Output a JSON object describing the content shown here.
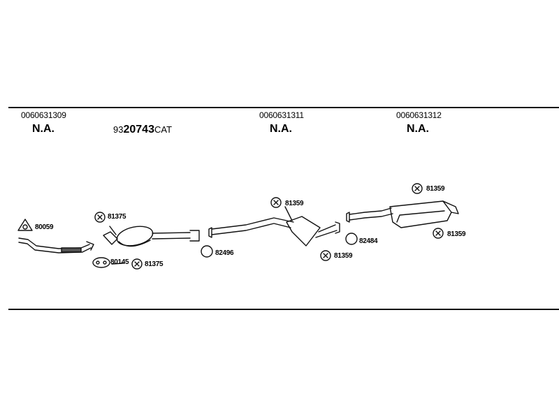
{
  "columns": [
    {
      "part_number": "0060631309",
      "status": "N.A."
    },
    {
      "part_number": "0060631311",
      "status": "N.A."
    },
    {
      "part_number": "0060631312",
      "status": "N.A."
    }
  ],
  "catalyst": {
    "prefix": "93",
    "number": "20743",
    "suffix": "CAT"
  },
  "callouts": {
    "c1": "80059",
    "c2": "81375",
    "c3": "80145",
    "c4": "81375",
    "c5": "82496",
    "c6": "81359",
    "c7": "81359",
    "c8": "82484",
    "c9": "81359",
    "c10": "81359"
  }
}
